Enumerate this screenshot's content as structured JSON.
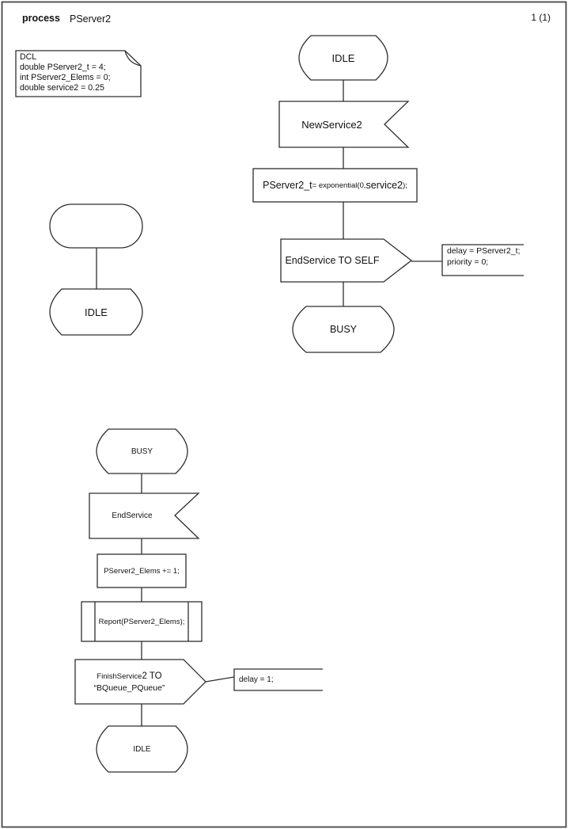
{
  "header": {
    "kind": "process",
    "name": "PServer2",
    "page_number": "1 (1)"
  },
  "declarations": {
    "lines": [
      "DCL",
      "double PServer2_t = 4;",
      "int PServer2_Elems = 0;",
      "double service2 = 0.25"
    ]
  },
  "start_flow": {
    "state": "IDLE"
  },
  "service_flow": {
    "state_top": "IDLE",
    "input_signal": "NewService2",
    "task": {
      "p1": "PServer2_t",
      "p2": " = exponential(0,",
      "p3": "service2",
      "p4": ");"
    },
    "output_signal": "EndService TO SELF",
    "comment": {
      "line1": "delay = PServer2_t;",
      "line2": "priority = 0;"
    },
    "state_bottom": "BUSY"
  },
  "end_flow": {
    "state_top": "BUSY",
    "input_signal": "EndService",
    "task": "PServer2_Elems += 1;",
    "procedure_call": "Report(PServer2_Elems);",
    "output": {
      "line1_small": "FinishService",
      "line1_large": "2 TO",
      "line2": "“BQueue_PQueue”"
    },
    "comment": "delay = 1;",
    "state_bottom": "IDLE"
  },
  "colors": {
    "stroke": "#2e2e2e",
    "page_border": "#474747"
  }
}
